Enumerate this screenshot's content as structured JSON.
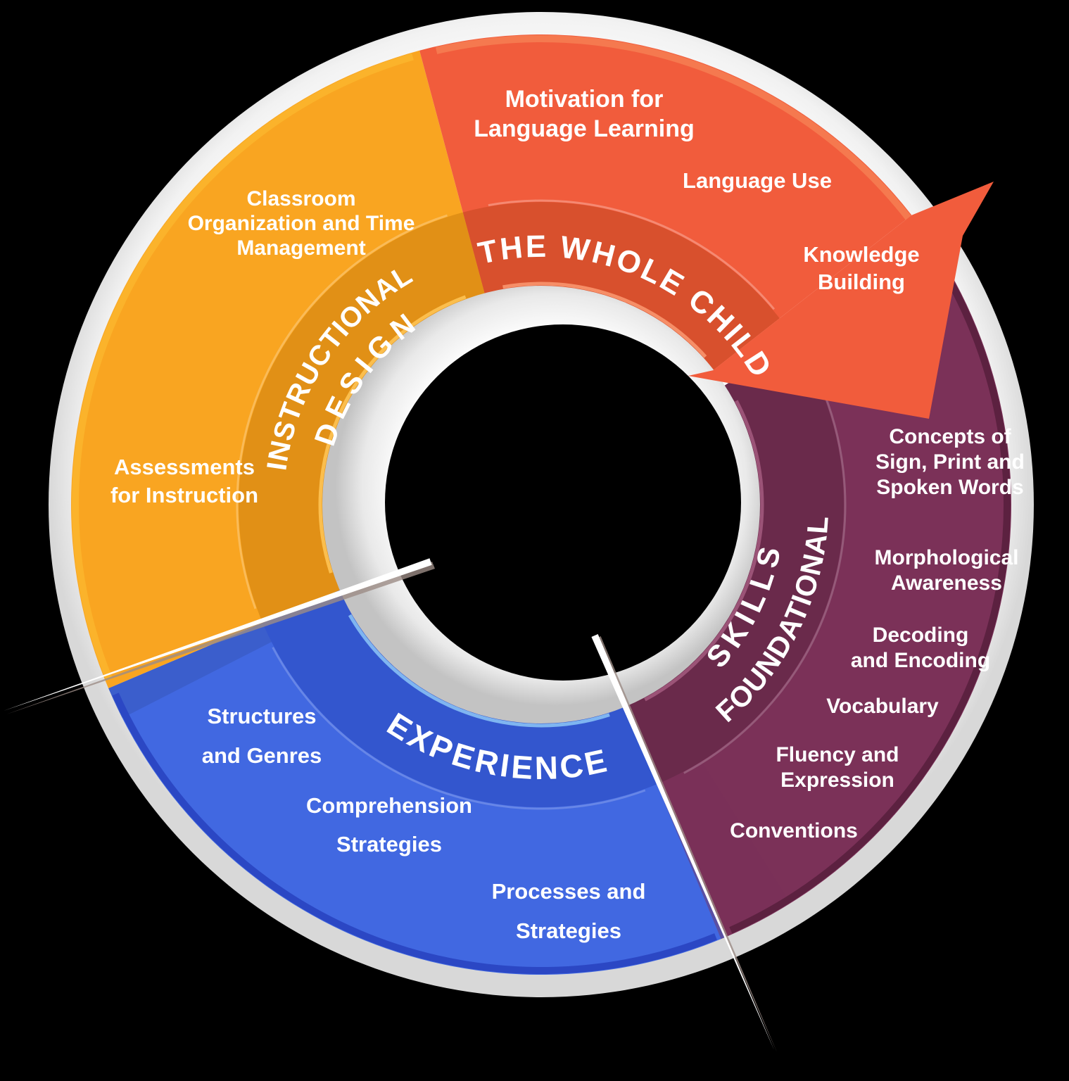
{
  "background": "#000000",
  "wheel": {
    "segments": {
      "whole_child": {
        "title": "THE WHOLE CHILD",
        "color": "#F15C3C",
        "band_color": "#D8502D",
        "rim_color": "#F5794F",
        "edge_color": "#F68E67",
        "items": {
          "motivation": {
            "l1": "Motivation for",
            "l2": "Language Learning"
          },
          "language_use": {
            "l1": "Language Use"
          },
          "knowledge": {
            "l1": "Knowledge",
            "l2": "Building"
          }
        }
      },
      "foundational": {
        "title_line1": "FOUNDATIONAL",
        "title_line2": "SKILLS",
        "color": "#7B3158",
        "band_color": "#6A2A4B",
        "rim_color": "#5C2140",
        "edge_color": "#9B5377",
        "items": {
          "concepts": {
            "l1": "Concepts of",
            "l2": "Sign, Print and",
            "l3": "Spoken Words"
          },
          "morphological": {
            "l1": "Morphological",
            "l2": "Awareness"
          },
          "decoding": {
            "l1": "Decoding",
            "l2": "and Encoding"
          },
          "vocabulary": {
            "l1": "Vocabulary"
          },
          "fluency": {
            "l1": "Fluency and",
            "l2": "Expression"
          },
          "conventions": {
            "l1": "Conventions"
          }
        }
      },
      "experience": {
        "title": "EXPERIENCE",
        "color": "#4168E1",
        "band_color": "#3356CE",
        "rim_color": "#2B47C4",
        "edge_color": "#7FB5F1",
        "items": {
          "structures": {
            "l1": "Structures",
            "l2": "and Genres"
          },
          "comprehension": {
            "l1": "Comprehension",
            "l2": "Strategies"
          },
          "processes": {
            "l1": "Processes and",
            "l2": "Strategies"
          }
        }
      },
      "instructional": {
        "title_line1": "INSTRUCTIONAL",
        "title_line2": "DESIGN",
        "color": "#F9A521",
        "band_color": "#E19016",
        "rim_color": "#FBB32B",
        "edge_color": "#FBBE4D",
        "items": {
          "classroom": {
            "l1": "Classroom",
            "l2": "Organization and Time",
            "l3": "Management"
          },
          "assessments": {
            "l1": "Assessments",
            "l2": "for Instruction"
          }
        }
      }
    }
  }
}
